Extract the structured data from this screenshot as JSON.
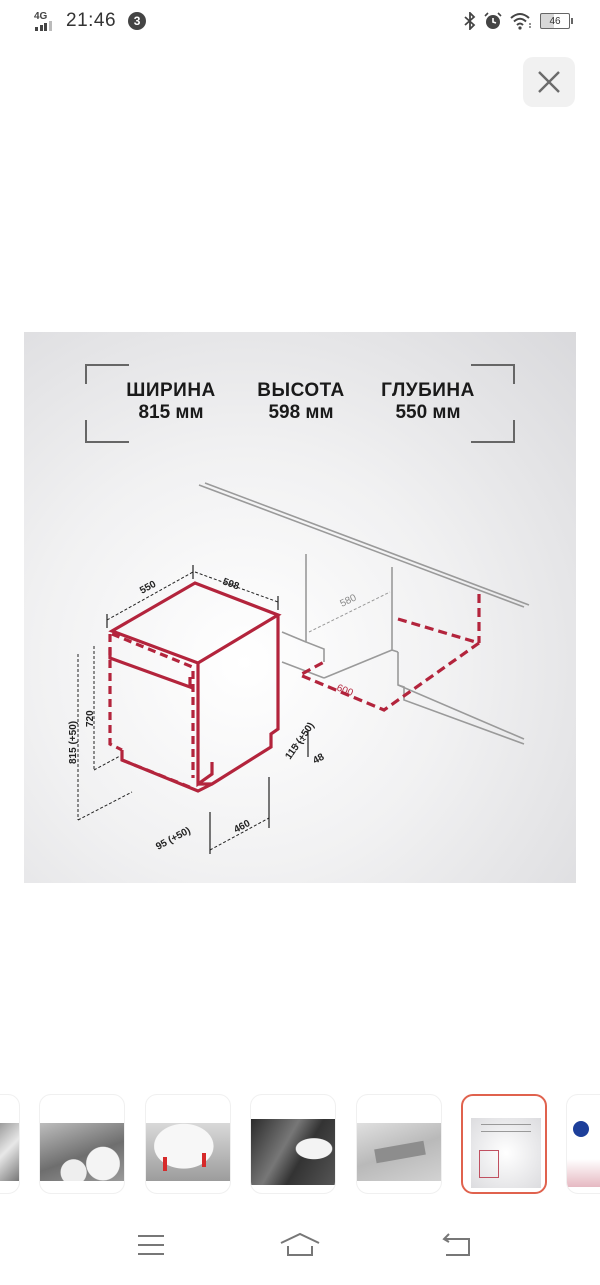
{
  "status_bar": {
    "network": "4G",
    "time": "21:46",
    "notification_count": "3",
    "battery": "46"
  },
  "close_button": {
    "label": "Close",
    "icon": "close-icon"
  },
  "main_image": {
    "alt": "Dishwasher installation dimensions diagram",
    "headline": [
      {
        "label": "ШИРИНА",
        "value": "815 мм"
      },
      {
        "label": "ВЫСОТА",
        "value": "598 мм"
      },
      {
        "label": "ГЛУБИНА",
        "value": "550 мм"
      }
    ],
    "dimensions": {
      "top_depth": "550",
      "top_width": "598",
      "height_total": "815 (+50)",
      "height_body": "720",
      "plinth_front": "95 (+50)",
      "base_depth": "460",
      "plinth_side": "115 (+50)",
      "side_offset": "48",
      "niche_depth": "580",
      "niche_width": "600"
    },
    "colors": {
      "accent": "#b3243c",
      "line": "#9a9a9a",
      "dim": "#222222"
    }
  },
  "thumbnails": [
    {
      "name": "thumb-dishes-partial",
      "active": false
    },
    {
      "name": "thumb-dishes-rack",
      "active": false
    },
    {
      "name": "thumb-plate-holders",
      "active": false
    },
    {
      "name": "thumb-cup-rack",
      "active": false
    },
    {
      "name": "thumb-control-panel",
      "active": false
    },
    {
      "name": "thumb-dimensions",
      "active": true
    },
    {
      "name": "thumb-eu-certificate",
      "active": false
    }
  ],
  "nav_bar": {
    "menu": "menu",
    "home": "home",
    "back": "back"
  }
}
